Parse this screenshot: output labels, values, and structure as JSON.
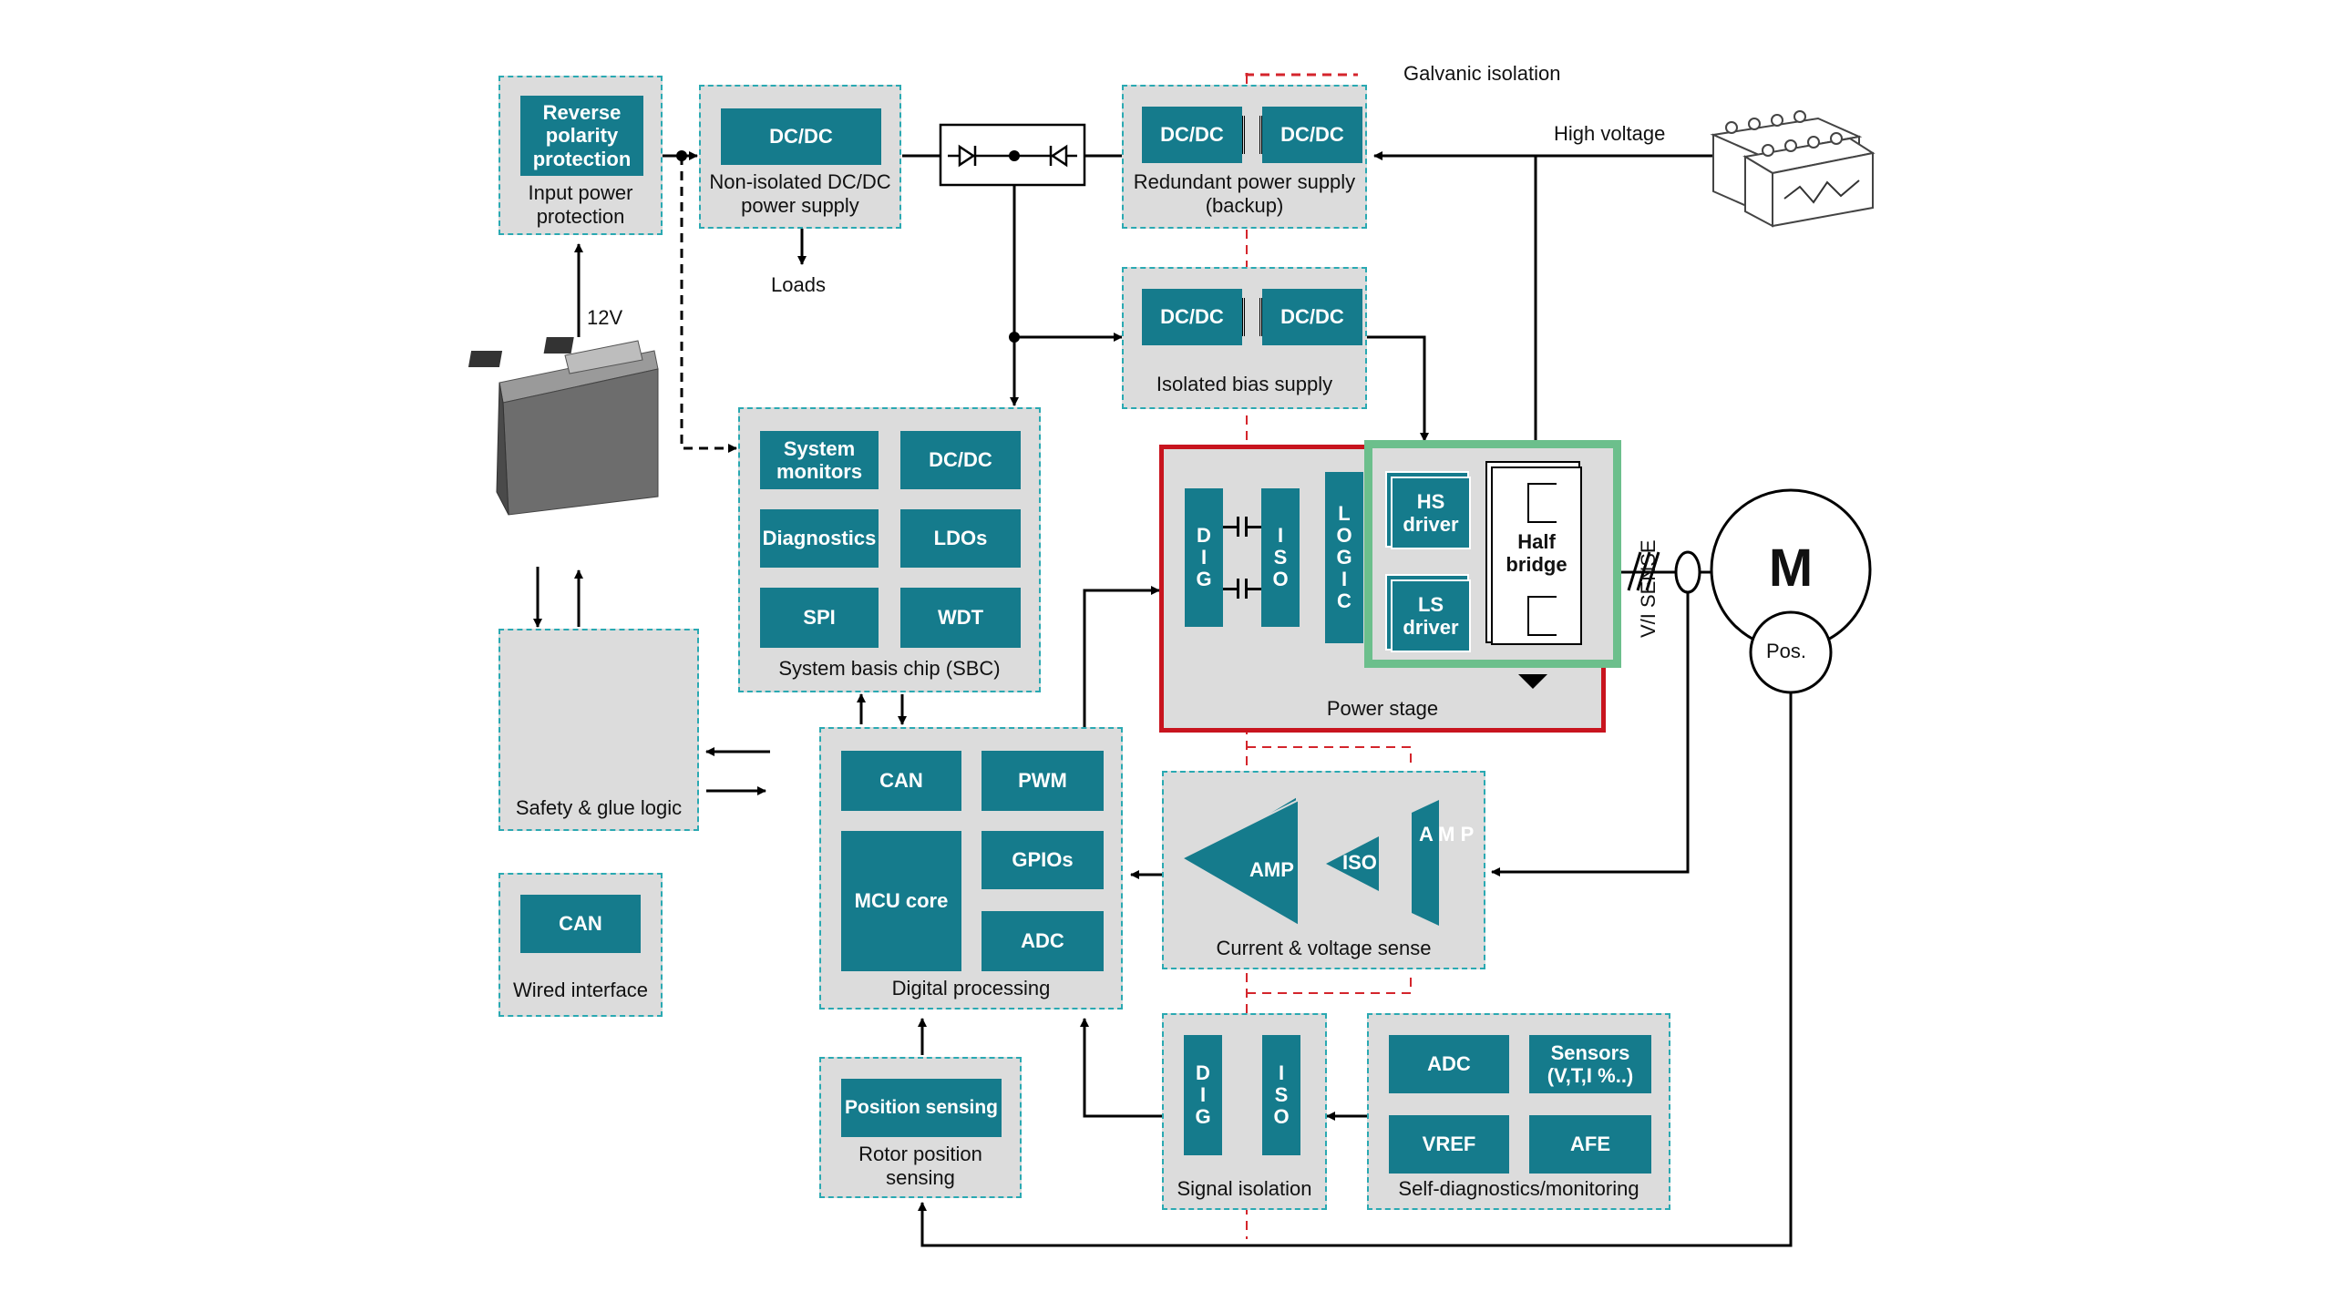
{
  "labels": {
    "galvanic_isolation": "Galvanic isolation",
    "high_voltage": "High voltage",
    "v12": "12V",
    "loads": "Loads",
    "vi_sense": "V/I SENSE",
    "motor": "M",
    "pos": "Pos."
  },
  "input_protection": {
    "block": "Reverse\npolarity\nprotection",
    "caption": "Input power\nprotection"
  },
  "non_isolated": {
    "block": "DC/DC",
    "caption": "Non-isolated DC/DC\npower supply"
  },
  "redundant": {
    "left": "DC/DC",
    "right": "DC/DC",
    "caption": "Redundant power supply\n(backup)"
  },
  "isolated_bias": {
    "left": "DC/DC",
    "right": "DC/DC",
    "caption": "Isolated bias supply"
  },
  "sbc": {
    "items": [
      "System\nmonitors",
      "DC/DC",
      "Diagnostics",
      "LDOs",
      "SPI",
      "WDT"
    ],
    "caption": "System basis chip (SBC)"
  },
  "power_stage": {
    "dig": "D\nI\nG",
    "iso": "I\nS\nO",
    "logic": "L\nO\nG\nI\nC",
    "hs": "HS\ndriver",
    "ls": "LS\ndriver",
    "half_bridge": "Half\nbridge",
    "caption": "Power stage"
  },
  "safety": {
    "caption": "Safety & glue logic"
  },
  "wired": {
    "block": "CAN",
    "caption": "Wired interface"
  },
  "digital": {
    "can": "CAN",
    "pwm": "PWM",
    "gpios": "GPIOs",
    "mcu": "MCU core",
    "adc": "ADC",
    "caption": "Digital processing"
  },
  "sense": {
    "amp": "AMP",
    "iso": "ISO",
    "amp2": "A\nM\nP",
    "caption": "Current & voltage sense"
  },
  "rotor": {
    "block": "Position sensing",
    "caption": "Rotor position\nsensing"
  },
  "sigiso": {
    "dig": "D\nI\nG",
    "iso": "I\nS\nO",
    "caption": "Signal isolation"
  },
  "selfdiag": {
    "adc": "ADC",
    "sensors": "Sensors\n(V,T,I %..)",
    "vref": "VREF",
    "afe": "AFE",
    "caption": "Self-diagnostics/monitoring"
  },
  "colors": {
    "block": "#157b8c",
    "group": "#dcdcdc",
    "dash": "#2aa9b2",
    "red": "#c8141e",
    "green": "#6cbf8c"
  }
}
